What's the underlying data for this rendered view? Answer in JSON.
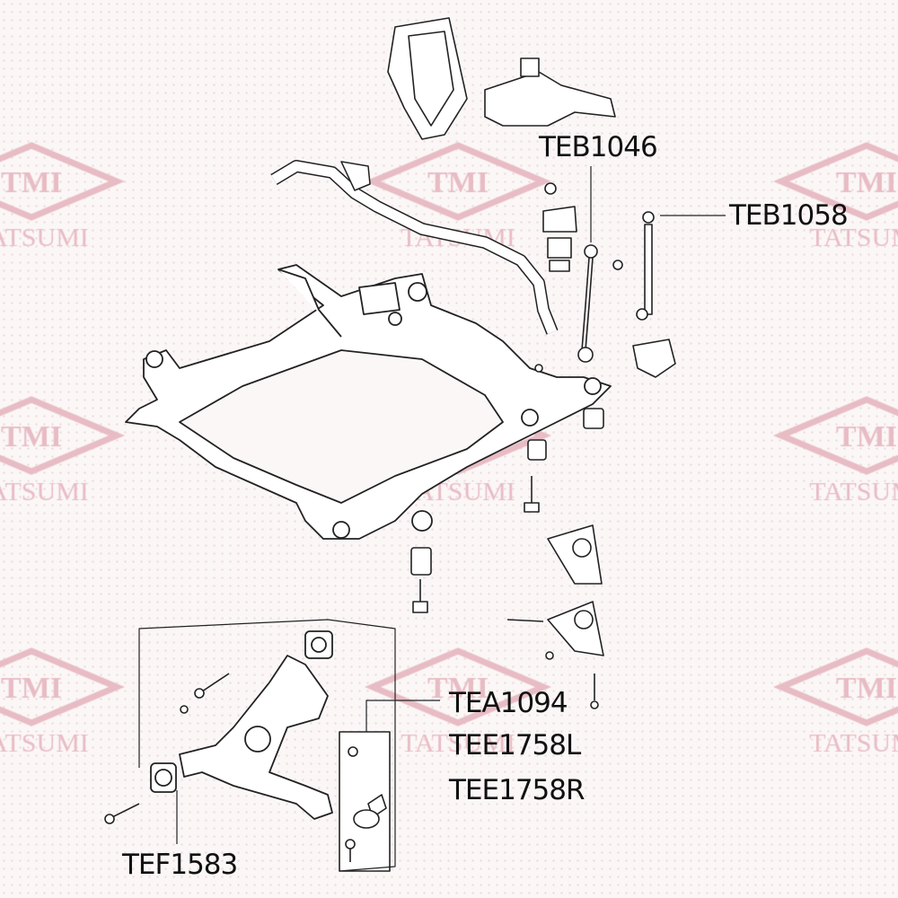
{
  "watermark": {
    "logo_text": "TMI",
    "brand": "TATSUMI",
    "color": "#e8bcc4"
  },
  "labels": {
    "stabilizer_link_1": "TEB1046",
    "stabilizer_link_2": "TEB1058",
    "ball_joint_1": "TEA1094",
    "ball_joint_left": "TEE1758L",
    "ball_joint_right": "TEE1758R",
    "arm_bushing": "TEF1583"
  }
}
